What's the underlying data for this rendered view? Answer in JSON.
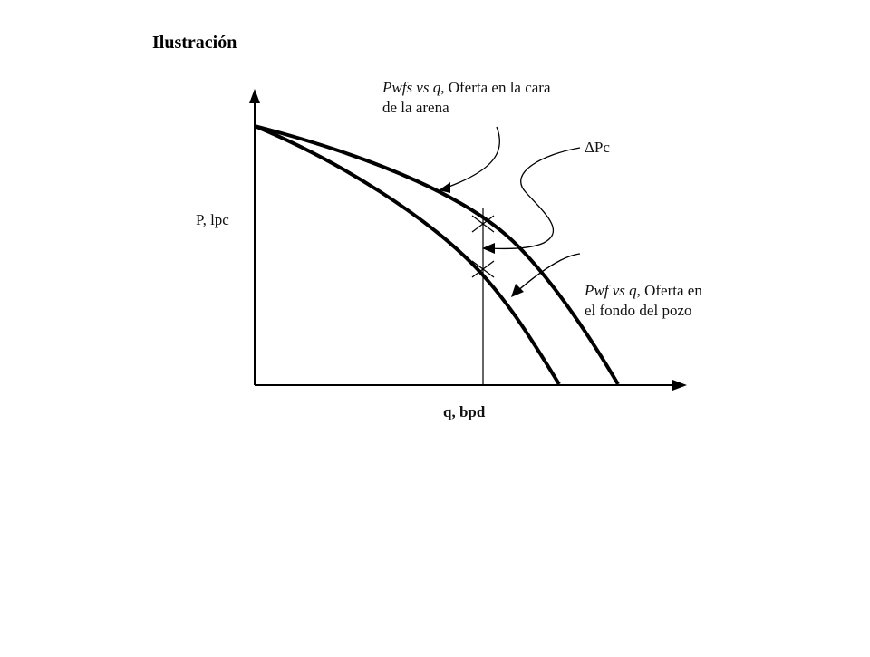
{
  "title": "Ilustración",
  "axes": {
    "x_label": "q, bpd",
    "y_label": "P, lpc"
  },
  "annotations": {
    "upper_curve": {
      "italic": "Pwfs vs q",
      "rest_line1": ", Oferta en la cara",
      "line2": "de la arena"
    },
    "delta": "ΔPc",
    "lower_curve": {
      "italic": "Pwf vs q",
      "rest_line1": ", Oferta en",
      "line2": "el fondo del pozo"
    }
  },
  "colors": {
    "ink": "#000000",
    "background": "#ffffff"
  }
}
